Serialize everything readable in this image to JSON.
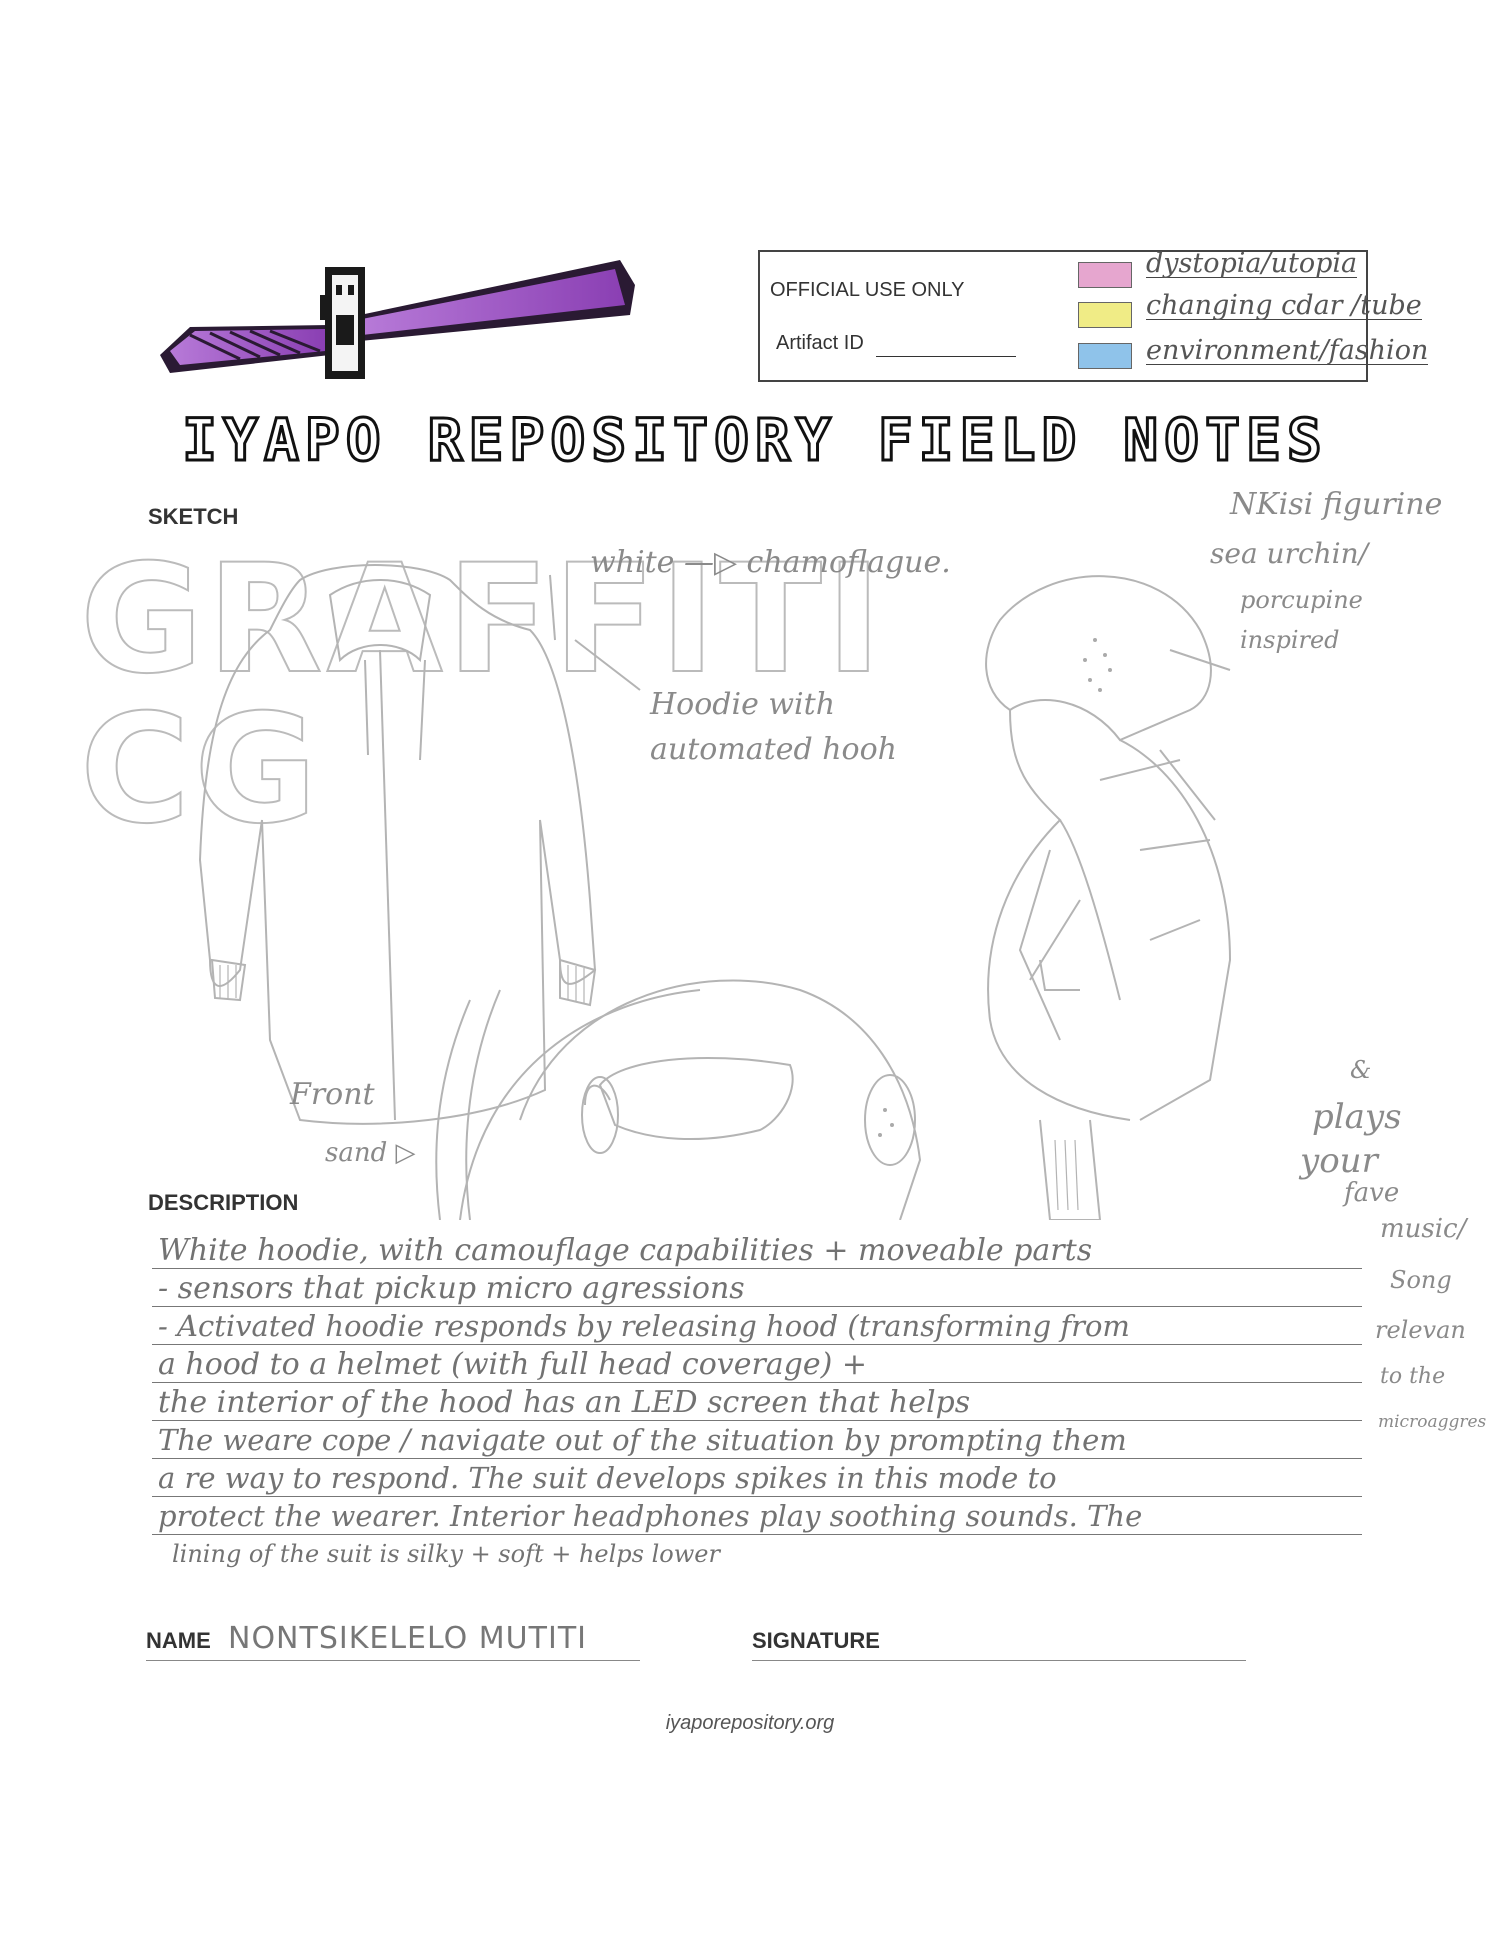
{
  "official": {
    "title": "OFFICIAL USE ONLY",
    "artifact_label": "Artifact ID",
    "categories": [
      {
        "label": "dystopia/utopia",
        "color": "#e6a6cf"
      },
      {
        "label": "changing cdar /tube",
        "color": "#f0ec86"
      },
      {
        "label": "environment/fashion",
        "color": "#8fc3ea"
      }
    ]
  },
  "title": "IYAPO REPOSITORY FIELD NOTES",
  "sketch": {
    "label": "SKETCH",
    "graffiti": "GRAFFITI CG",
    "notes": {
      "white_camo": "white  —▷ chamoflague.",
      "hoodie_note_1": "Hoodie with",
      "hoodie_note_2": "automated hooh",
      "nkisi_1": "NKisi figurine",
      "nkisi_2": "sea urchin/",
      "nkisi_3": "porcupine",
      "nkisi_4": "inspired",
      "front": "Front",
      "sand": "sand ▷",
      "side_1": "&",
      "side_2": "plays",
      "side_3": "your",
      "side_4": "fave",
      "side_5": "music/",
      "side_6": "Song",
      "side_7": "relevan",
      "side_8": "to the",
      "side_9": "microaggres"
    }
  },
  "description": {
    "label": "DESCRIPTION",
    "lines": [
      "White hoodie, with camouflage capabilities + moveable parts",
      "- sensors that pickup micro agressions",
      "- Activated hoodie responds by releasing hood (transforming from",
      "a hood to a helmet (with full head coverage) +",
      "the interior of the hood has an LED screen that helps",
      "The weare cope / navigate out of the situation by prompting them",
      "a re way to respond. The suit develops spikes in this mode to",
      "protect the wearer. Interior headphones play soothing sounds. The",
      "lining of the suit is silky + soft + helps lower"
    ]
  },
  "name": {
    "label": "NAME",
    "value": "NONTSIKELELO MUTITI"
  },
  "signature": {
    "label": "SIGNATURE"
  },
  "footer": {
    "url": "iyaporepository.org"
  }
}
